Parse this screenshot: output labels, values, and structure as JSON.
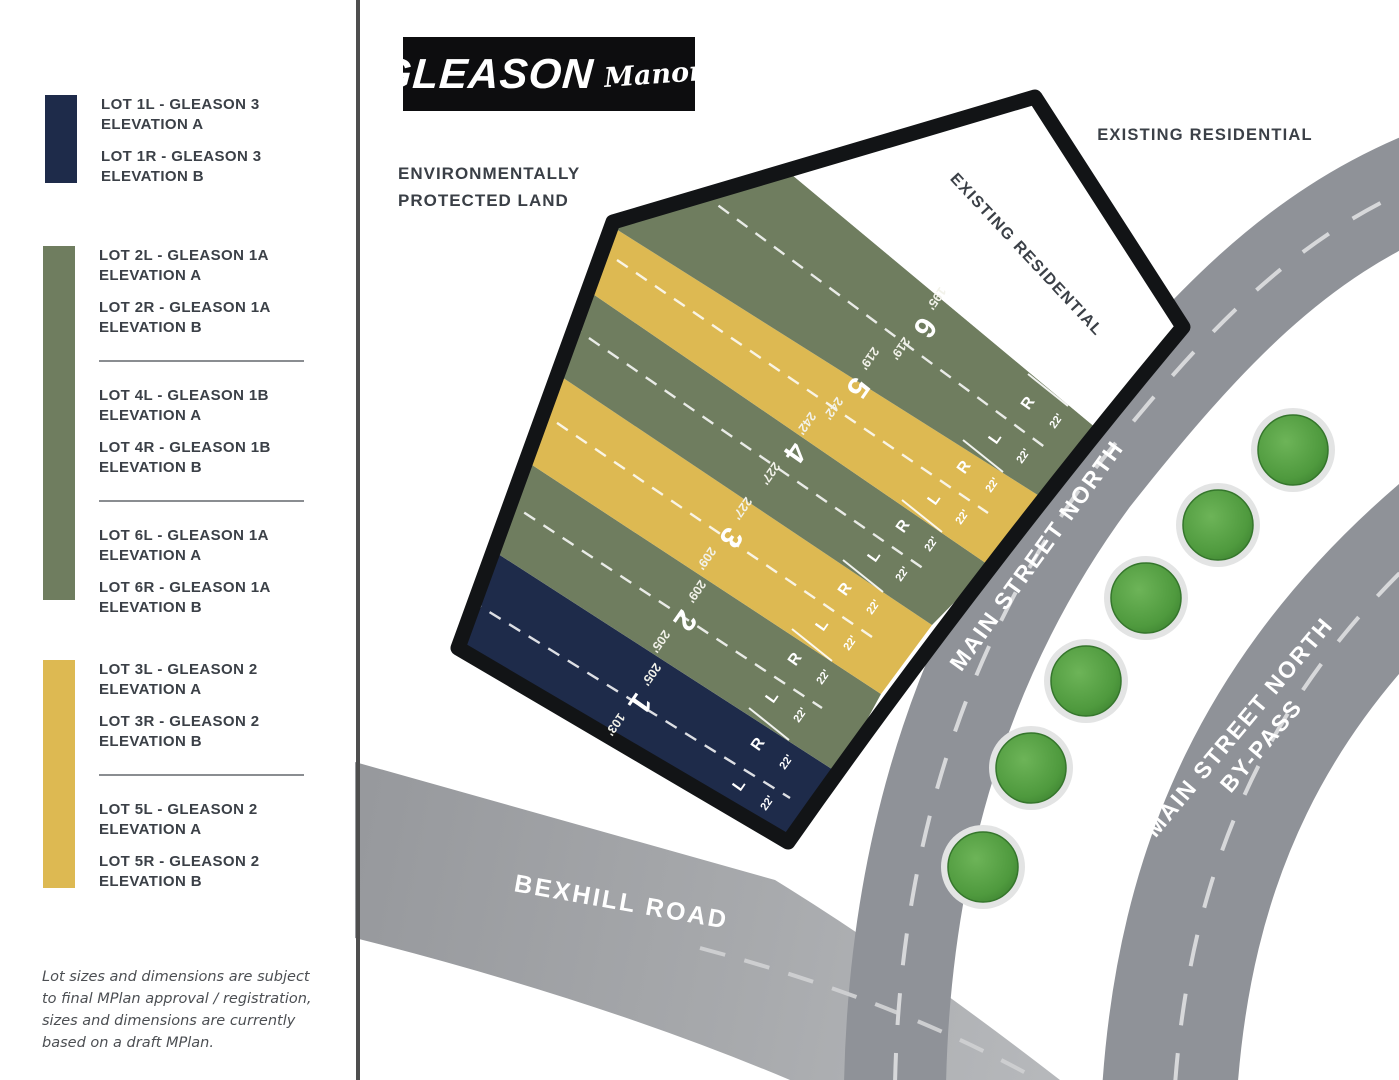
{
  "brand": {
    "name": "GLEASON",
    "suffix": "Manors"
  },
  "colors": {
    "navy": "#1e2b4a",
    "green": "#6f7d5f",
    "yellow": "#ddb952",
    "road_gray": "#8f9298",
    "ink": "#3b4047",
    "tree_green": "#55a043",
    "border_black": "#121416"
  },
  "legend": {
    "groups": [
      {
        "color": "navy",
        "sections": [
          {
            "entries": [
              {
                "l1": "LOT 1L - GLEASON 3",
                "l2": "ELEVATION A"
              },
              {
                "l1": "LOT 1R - GLEASON 3",
                "l2": "ELEVATION B"
              }
            ]
          }
        ]
      },
      {
        "color": "green",
        "sections": [
          {
            "entries": [
              {
                "l1": "LOT 2L - GLEASON 1A",
                "l2": "ELEVATION A"
              },
              {
                "l1": "LOT 2R - GLEASON 1A",
                "l2": "ELEVATION B"
              }
            ]
          },
          {
            "entries": [
              {
                "l1": "LOT 4L - GLEASON 1B",
                "l2": "ELEVATION A"
              },
              {
                "l1": "LOT 4R - GLEASON 1B",
                "l2": "ELEVATION B"
              }
            ]
          },
          {
            "entries": [
              {
                "l1": "LOT 6L - GLEASON 1A",
                "l2": "ELEVATION A"
              },
              {
                "l1": "LOT 6R - GLEASON 1A",
                "l2": "ELEVATION B"
              }
            ]
          }
        ]
      },
      {
        "color": "yellow",
        "sections": [
          {
            "entries": [
              {
                "l1": "LOT 3L - GLEASON 2",
                "l2": "ELEVATION A"
              },
              {
                "l1": "LOT 3R - GLEASON 2",
                "l2": "ELEVATION B"
              }
            ]
          },
          {
            "entries": [
              {
                "l1": "LOT 5L - GLEASON 2",
                "l2": "ELEVATION A"
              },
              {
                "l1": "LOT 5R - GLEASON 2",
                "l2": "ELEVATION B"
              }
            ]
          }
        ]
      }
    ],
    "disclaimer1": "Lot sizes and dimensions are subject",
    "disclaimer2": "to final MPlan approval / registration,",
    "disclaimer3": "sizes and dimensions are currently",
    "disclaimer4": "based on a draft MPlan."
  },
  "map": {
    "env_line1": "ENVIRONMENTALLY",
    "env_line2": "PROTECTED LAND",
    "existing_outside": "EXISTING RESIDENTIAL",
    "existing_inside": "EXISTING RESIDENTIAL",
    "bexhill": "BEXHILL ROAD",
    "main_street": "MAIN STREET NORTH",
    "bypass_line1": "MAIN STREET NORTH",
    "bypass_line2": "BY-PASS",
    "lots": [
      {
        "number": "1",
        "dim_lower": "103'",
        "dim_upper": "205'"
      },
      {
        "number": "2",
        "dim_lower": "205'",
        "dim_upper": "209'"
      },
      {
        "number": "3",
        "dim_lower": "209'",
        "dim_upper": "227'"
      },
      {
        "number": "4",
        "dim_lower": "227'",
        "dim_upper": "242'"
      },
      {
        "number": "5",
        "dim_lower": "242'",
        "dim_upper": "219'"
      },
      {
        "number": "6",
        "dim_lower": "219'",
        "dim_upper": "195'"
      }
    ],
    "frontage": {
      "left": "L",
      "right": "R",
      "width": "22'"
    }
  }
}
